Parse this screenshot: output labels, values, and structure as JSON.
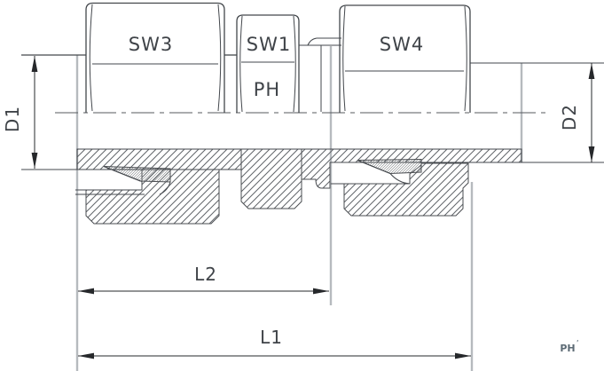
{
  "drawing": {
    "type": "technical-drawing-half-section",
    "subject": "straight-union-compression-fitting",
    "labels": {
      "sw3": "SW3",
      "sw1": "SW1",
      "ph": "PH",
      "sw4": "SW4"
    },
    "dimensions": {
      "d1": {
        "label": "D1",
        "orientation": "vertical",
        "side": "left"
      },
      "d2": {
        "label": "D2",
        "orientation": "vertical",
        "side": "right"
      },
      "l2": {
        "label": "L2",
        "orientation": "horizontal",
        "side": "bottom"
      },
      "l1": {
        "label": "L1",
        "orientation": "horizontal",
        "side": "bottom"
      }
    },
    "watermark": "PH",
    "watermark_mark": "’",
    "colors": {
      "outline": "#43474c",
      "dimension": "#26282b",
      "extension": "#b6babe",
      "hatch": "#61656a",
      "hatch_dense": "#787c80",
      "centerline": "#55595e",
      "text": "#3f4348",
      "watermark": "#5d6b75",
      "background": "#ffffff"
    }
  }
}
